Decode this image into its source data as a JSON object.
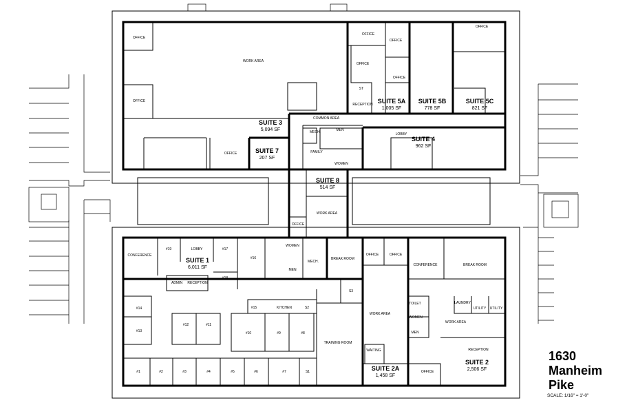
{
  "address": {
    "number": "1630",
    "street1": "Manheim",
    "street2": "Pike"
  },
  "scale": "SCALE: 1/16\" = 1'-0\"",
  "suites": [
    {
      "id": "s3",
      "name": "SUITE 3",
      "sf": "5,094 SF"
    },
    {
      "id": "s5a",
      "name": "SUITE 5A",
      "sf": "1,005 SF"
    },
    {
      "id": "s5b",
      "name": "SUITE 5B",
      "sf": "778 SF"
    },
    {
      "id": "s5c",
      "name": "SUITE 5C",
      "sf": "821 SF"
    },
    {
      "id": "s4",
      "name": "SUITE 4",
      "sf": "962 SF"
    },
    {
      "id": "s7",
      "name": "SUITE 7",
      "sf": "207 SF"
    },
    {
      "id": "s8",
      "name": "SUITE 8",
      "sf": "514 SF"
    },
    {
      "id": "s1",
      "name": "SUITE 1",
      "sf": "6,011 SF"
    },
    {
      "id": "s2a",
      "name": "SUITE 2A",
      "sf": "1,458 SF"
    },
    {
      "id": "s2",
      "name": "SUITE 2",
      "sf": "2,506 SF"
    }
  ],
  "rooms": {
    "work_area": "WORK AREA",
    "office": "OFFICE",
    "common_area": "COMMON AREA",
    "reception": "RECEPTION",
    "st": "ST",
    "lobby": "LOBBY",
    "mech": "MECH.",
    "men": "MEN",
    "women": "WOMEN",
    "family": "FAMILY",
    "conference": "CONFERENCE",
    "break_room": "BREAK ROOM",
    "kitchen": "KITCHEN",
    "training_room": "TRAINING ROOM",
    "waiting": "WAITING",
    "toilet": "TOILET",
    "laundry": "LAUNDRY",
    "utility": "UTILITY",
    "admin": "ADMIN",
    "r1": "#1",
    "r2": "#2",
    "r3": "#3",
    "r4": "#4",
    "r5": "#5",
    "r6": "#6",
    "r7": "#7",
    "r8": "#8",
    "r9": "#9",
    "r10": "#10",
    "r11": "#11",
    "r12": "#12",
    "r13": "#13",
    "r14": "#14",
    "r15": "#15",
    "r16": "#16",
    "r17": "#17",
    "r18": "#18",
    "r19": "#19",
    "s1": "S1",
    "s2": "S2",
    "s3": "S3"
  }
}
